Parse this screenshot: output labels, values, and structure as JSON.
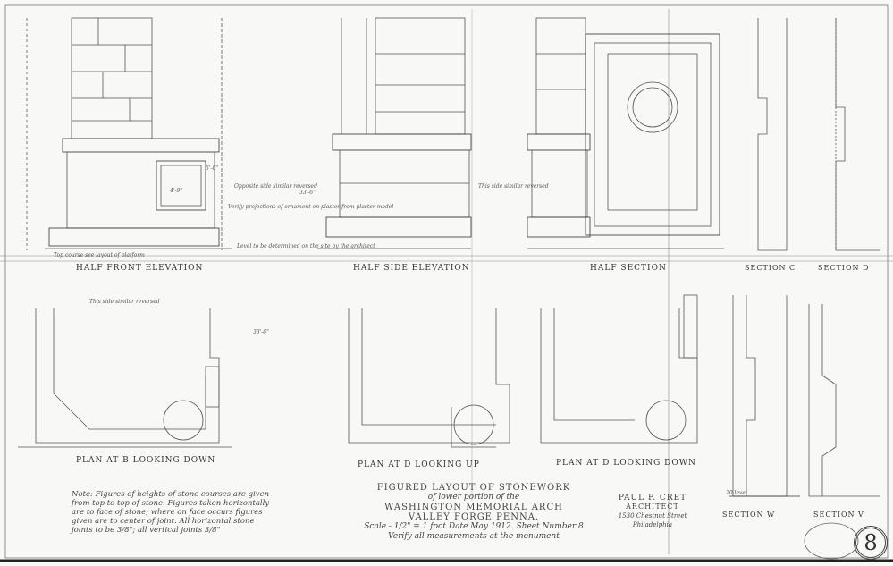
{
  "views": {
    "half_front_elevation": "Half Front Elevation",
    "half_side_elevation": "Half Side Elevation",
    "half_section": "Half Section",
    "section_c": "Section C",
    "section_d": "Section D",
    "plan_b_down": "Plan at B Looking Down",
    "plan_d_up": "Plan at D Looking Up",
    "plan_d_down": "Plan at D Looking Down",
    "section_w": "Section W",
    "section_v": "Section V"
  },
  "annotations": {
    "opposite_side": "Opposite side similar reversed",
    "this_side": "This side similar reversed",
    "verify_plaster": "Verify projections of ornament on plaster from plaster model",
    "level_note": "Level to be determined on the site by the architect",
    "top_course": "Top course see layout of platform",
    "this_side_plan": "This side similar reversed",
    "level_20": "20 level",
    "dim_33_6": "33'-6\"",
    "dim_5_0": "5'-0\"",
    "dim_4_9": "4'-9\""
  },
  "title_block": {
    "line1": "Figured Layout of Stonework",
    "line2": "of lower portion of the",
    "line3": "Washington Memorial Arch",
    "line4": "Valley Forge Penna.",
    "line5": "Scale - 1/2\" = 1 foot   Date May 1912.   Sheet Number 8",
    "line6": "Verify all measurements at the monument"
  },
  "note": "Note: Figures of heights of stone courses are given from top to top of stone. Figures taken horizontally are to face of stone; where on face occurs figures given are to center of joint. All horizontal stone joints to be 3/8\"; all vertical joints 3/8\"",
  "architect": {
    "name": "Paul P. Cret",
    "title": "Architect",
    "address": "1530 Chestnut Street",
    "city": "Philadelphia"
  },
  "sheet_number": "8",
  "colors": {
    "paper": "#f8f8f6",
    "ink": "#333333"
  }
}
